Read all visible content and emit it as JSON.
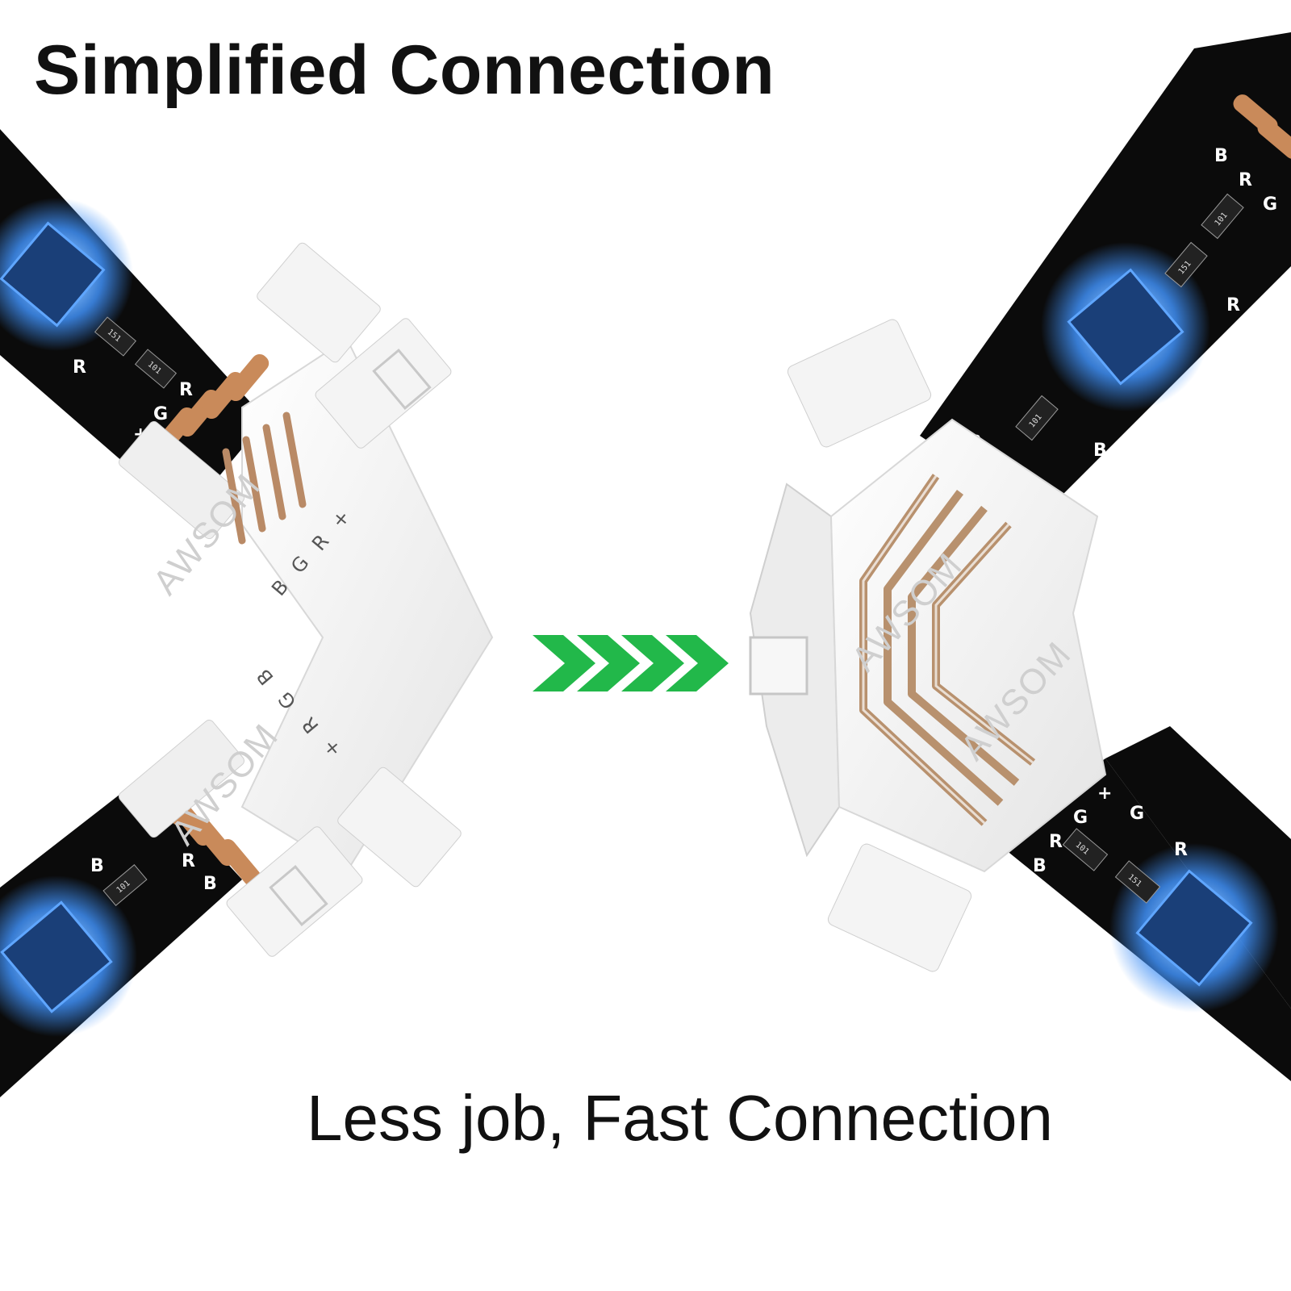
{
  "title": "Simplified Connection",
  "caption": "Less job, Fast Connection",
  "watermark": "AWSOM",
  "pad_labels": [
    "B",
    "G",
    "R",
    "+"
  ],
  "resistor_labels": [
    "101",
    "151"
  ],
  "colors": {
    "strip": "#0b0b0b",
    "led_glow": "#3f8ff5",
    "copper": "#c98a5a",
    "connector": "#f2f2f2",
    "arrow": "#22b84a"
  },
  "icons": [
    "led-strip-image",
    "l-connector-image",
    "chevron-arrow-icon"
  ]
}
